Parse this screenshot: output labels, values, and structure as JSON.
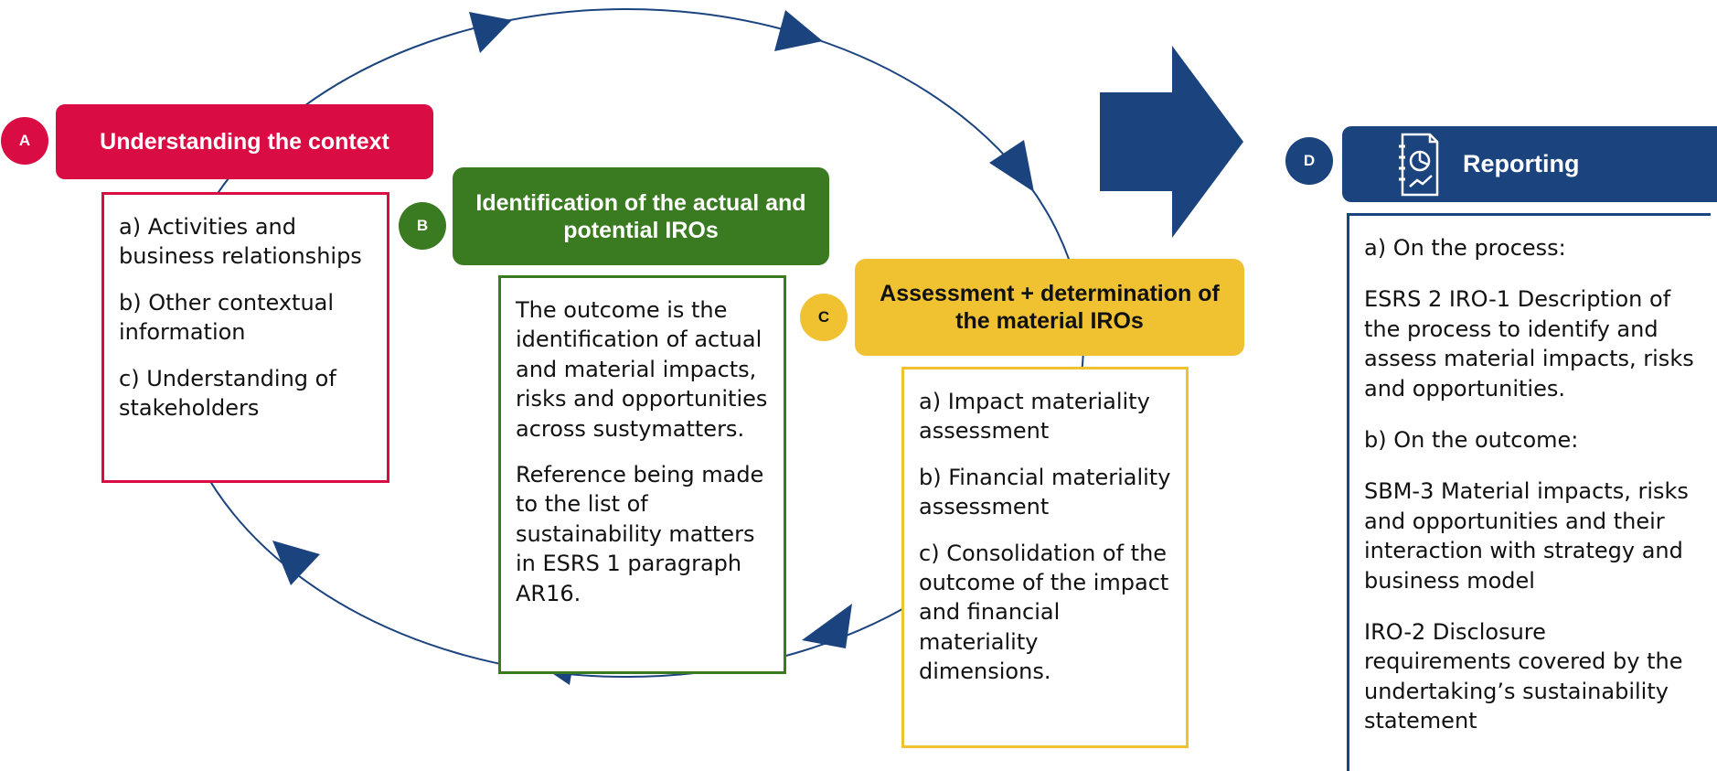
{
  "colors": {
    "red": "#d90d43",
    "green": "#3a7a20",
    "yellow": "#f0c232",
    "navy": "#1b447f"
  },
  "steps": {
    "a": {
      "badge": "A",
      "title": "Understanding the context",
      "items": [
        "a) Activities and business relationships",
        "b) Other contextual information",
        "c) Understanding of stakeholders"
      ]
    },
    "b": {
      "badge": "B",
      "title": "Identification of the actual and potential IROs",
      "items": [
        "The outcome is the identification of actual and material impacts, risks and opportunities across sustymatters.",
        "Reference being made to the list of sustainability matters in ESRS 1 paragraph AR16."
      ]
    },
    "c": {
      "badge": "C",
      "title": "Assessment + determination of the material IROs",
      "items": [
        "a) Impact materiality assessment",
        "b) Financial materiality assessment",
        "c) Consolidation of the outcome of the impact and financial materiality dimensions."
      ]
    },
    "d": {
      "badge": "D",
      "title": "Reporting",
      "icon": "report-chart-icon",
      "items": [
        "a) On the process:",
        "ESRS 2 IRO-1 Description of the process to identify and assess material impacts, risks and opportunities.",
        "b) On the outcome:",
        "SBM-3 Material impacts, risks and opportunities and their interaction with strategy and business model",
        "IRO-2 Disclosure requirements covered by the undertaking’s sustainability statement"
      ]
    }
  }
}
